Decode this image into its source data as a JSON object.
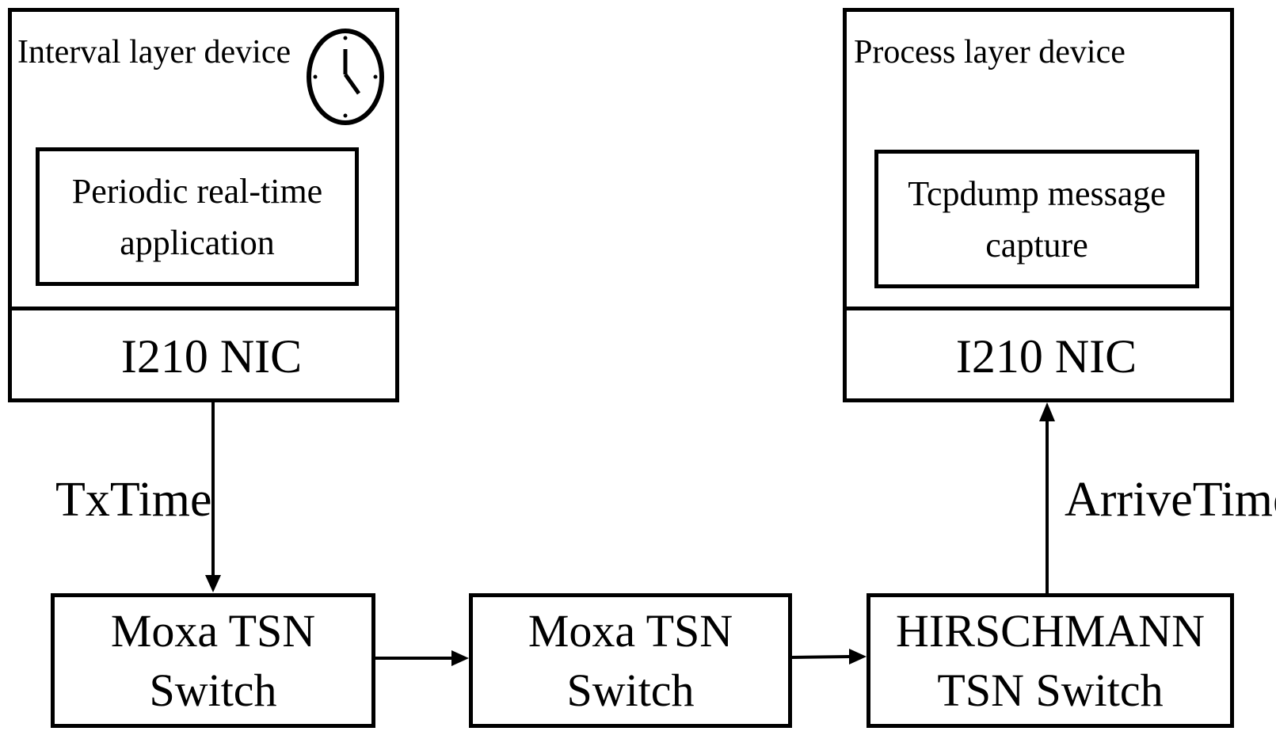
{
  "interval_device": {
    "title": "Interval layer device",
    "app_line1": "Periodic real-time",
    "app_line2": "application",
    "nic": "I210 NIC"
  },
  "process_device": {
    "title": "Process layer device",
    "app_line1": "Tcpdump message",
    "app_line2": "capture",
    "nic": "I210 NIC"
  },
  "edges": {
    "tx_label": "TxTime",
    "arrive_label": "ArriveTime"
  },
  "switches": [
    {
      "line1": "Moxa TSN",
      "line2": "Switch"
    },
    {
      "line1": "Moxa TSN",
      "line2": "Switch"
    },
    {
      "line1": "HIRSCHMANN",
      "line2": "TSN Switch"
    }
  ],
  "icons": {
    "clock": "clock-icon"
  }
}
